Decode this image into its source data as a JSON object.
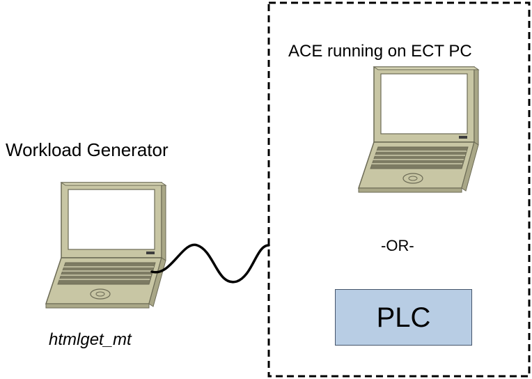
{
  "left_device": {
    "title": "Workload Generator",
    "caption": "htmlget_mt",
    "icon": "laptop-icon"
  },
  "right_group": {
    "top_device_title": "ACE running on ECT PC",
    "top_device_icon": "laptop-icon",
    "separator": "-OR-",
    "plc_label": "PLC"
  },
  "colors": {
    "laptop_body": "#c8c6a4",
    "laptop_outline": "#6b6a55",
    "plc_fill": "#b8cde4"
  }
}
